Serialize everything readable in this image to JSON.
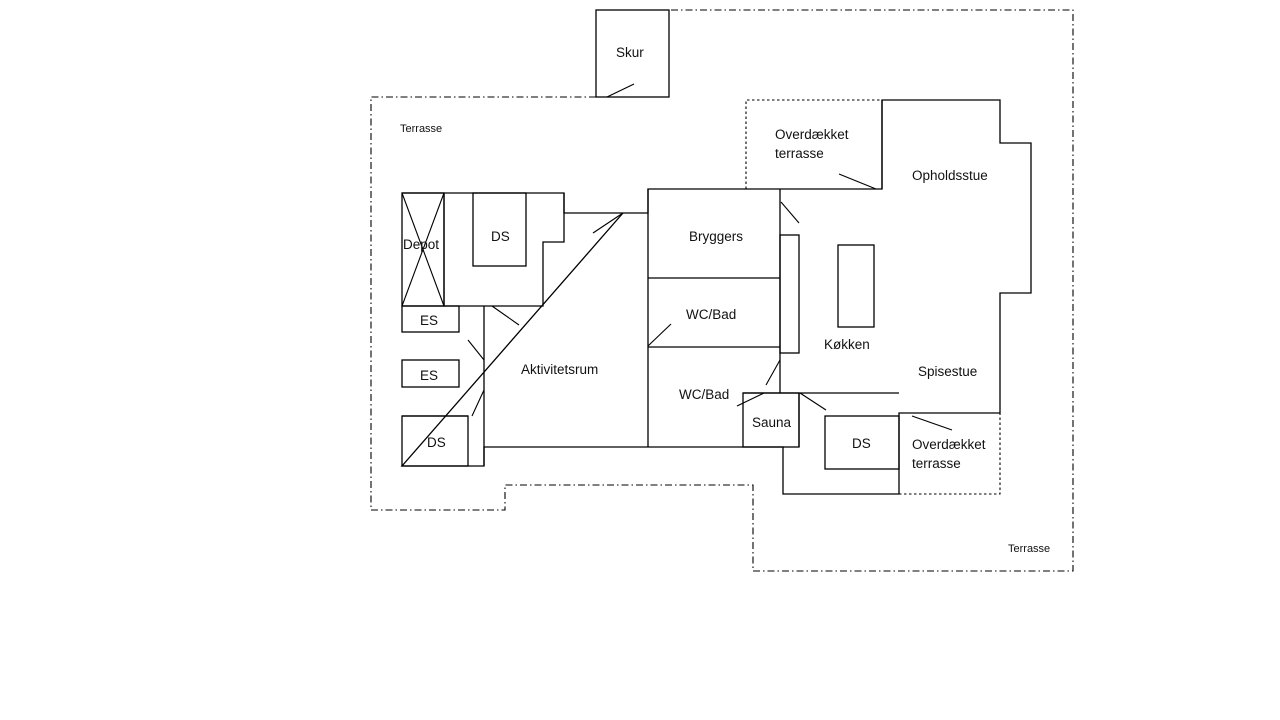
{
  "labels": {
    "skur": "Skur",
    "terrasse_top": "Terrasse",
    "terrasse_bottom": "Terrasse",
    "overdaekket_top_1": "Overdækket",
    "overdaekket_top_2": "terrasse",
    "opholdsstue": "Opholdsstue",
    "depot": "Depot",
    "ds_top": "DS",
    "bryggers": "Bryggers",
    "wc_bad_1": "WC/Bad",
    "es_1": "ES",
    "es_2": "ES",
    "aktivitetsrum": "Aktivitetsrum",
    "koekken": "Køkken",
    "spisestue": "Spisestue",
    "wc_bad_2": "WC/Bad",
    "sauna": "Sauna",
    "ds_left": "DS",
    "ds_right": "DS",
    "overdaekket_bottom_1": "Overdækket",
    "overdaekket_bottom_2": "terrasse"
  }
}
